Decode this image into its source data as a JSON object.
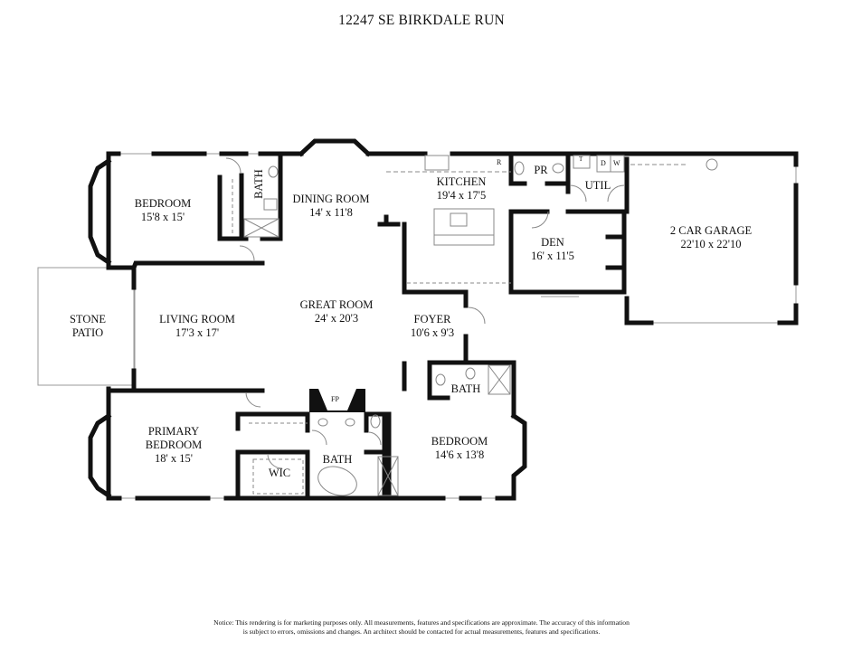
{
  "title": "12247 SE BIRKDALE RUN",
  "rooms": [
    {
      "id": "bedroom-2",
      "name": "BEDROOM",
      "size": "15'8 x 15'"
    },
    {
      "id": "bath-2",
      "name": "BATH",
      "size": ""
    },
    {
      "id": "dining-room",
      "name": "DINING ROOM",
      "size": "14' x 11'8"
    },
    {
      "id": "kitchen",
      "name": "KITCHEN",
      "size": "19'4 x 17'5"
    },
    {
      "id": "powder-room",
      "name": "PR",
      "size": ""
    },
    {
      "id": "utility",
      "name": "UTIL",
      "size": ""
    },
    {
      "id": "den",
      "name": "DEN",
      "size": "16' x 11'5"
    },
    {
      "id": "garage",
      "name": "2 CAR GARAGE",
      "size": "22'10 x 22'10"
    },
    {
      "id": "stone-patio",
      "name": "STONE",
      "name2": "PATIO",
      "size": ""
    },
    {
      "id": "living-room",
      "name": "LIVING ROOM",
      "size": "17'3 x 17'"
    },
    {
      "id": "great-room",
      "name": "GREAT ROOM",
      "size": "24' x 20'3"
    },
    {
      "id": "foyer",
      "name": "FOYER",
      "size": "10'6 x 9'3"
    },
    {
      "id": "bath-3",
      "name": "BATH",
      "size": ""
    },
    {
      "id": "primary-bedroom",
      "name": "PRIMARY",
      "name2": "BEDROOM",
      "size": "18' x 15'"
    },
    {
      "id": "wic",
      "name": "WIC",
      "size": ""
    },
    {
      "id": "primary-bath",
      "name": "BATH",
      "size": ""
    },
    {
      "id": "bedroom-3",
      "name": "BEDROOM",
      "size": "14'6 x 13'8"
    }
  ],
  "fixtures": {
    "fireplace": "FP",
    "refrigerator": "R",
    "dryer": "D",
    "washer": "W",
    "water_heater": "T"
  },
  "notice": {
    "line1": "Notice: This rendering is for marketing purposes only. All measurements, features and specifications are approximate. The accuracy of this information",
    "line2": "is subject to errors, omissions and changes. An architect should be contacted for actual measurements, features and specifications."
  }
}
